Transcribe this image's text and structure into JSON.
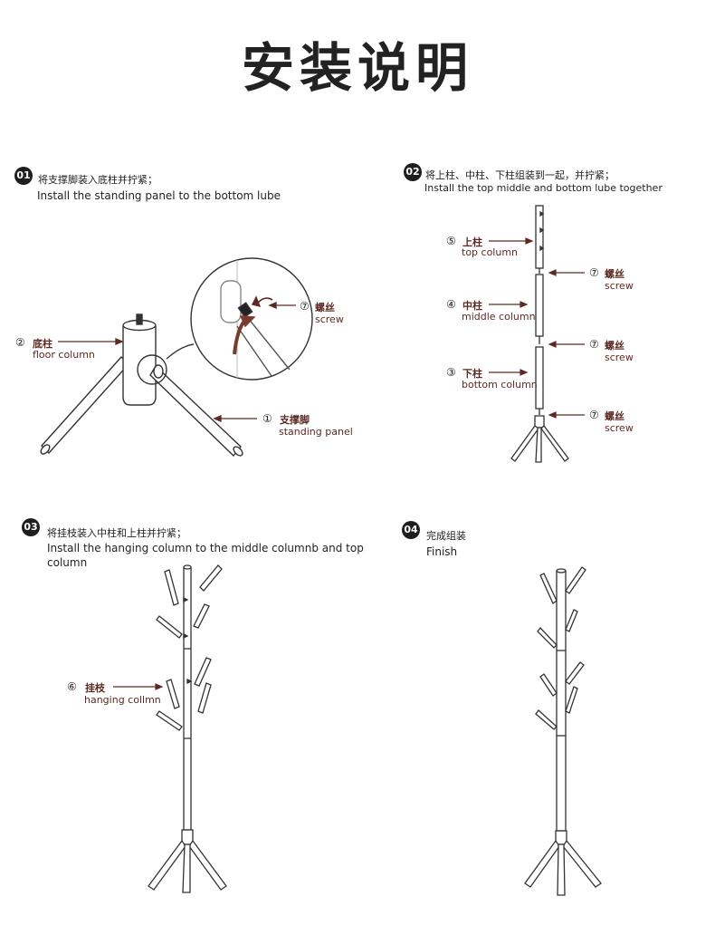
{
  "title": "安装说明",
  "accent_color": "#5c2a23",
  "steps": [
    {
      "num": "01",
      "zh": "将支撑脚装入底柱并拧紧；",
      "en": "Install the standing panel to the bottom lube",
      "labels": [
        {
          "num": "②",
          "zh": "底柱",
          "en": "floor column"
        },
        {
          "num": "①",
          "zh": "支撑脚",
          "en": "standing panel"
        },
        {
          "num": "⑦",
          "zh": "螺丝",
          "en": "screw"
        }
      ]
    },
    {
      "num": "02",
      "zh": "将上柱、中柱、下柱组装到一起，并拧紧；",
      "en": "Install the top middle and bottom lube together",
      "labels": [
        {
          "num": "⑤",
          "zh": "上柱",
          "en": "top column"
        },
        {
          "num": "④",
          "zh": "中柱",
          "en": "middle column"
        },
        {
          "num": "③",
          "zh": "下柱",
          "en": "bottom column"
        }
      ],
      "screws": [
        {
          "num": "⑦",
          "zh": "螺丝",
          "en": "screw"
        },
        {
          "num": "⑦",
          "zh": "螺丝",
          "en": "screw"
        },
        {
          "num": "⑦",
          "zh": "螺丝",
          "en": "screw"
        }
      ]
    },
    {
      "num": "03",
      "zh": "将挂枝装入中柱和上柱并拧紧；",
      "en_line1": "Install the hanging column to the middle columnb and top",
      "en_line2": "column",
      "labels": [
        {
          "num": "⑥",
          "zh": "挂枝",
          "en": "hanging collmn"
        }
      ]
    },
    {
      "num": "04",
      "zh": "完成组装",
      "en": "Finish"
    }
  ]
}
